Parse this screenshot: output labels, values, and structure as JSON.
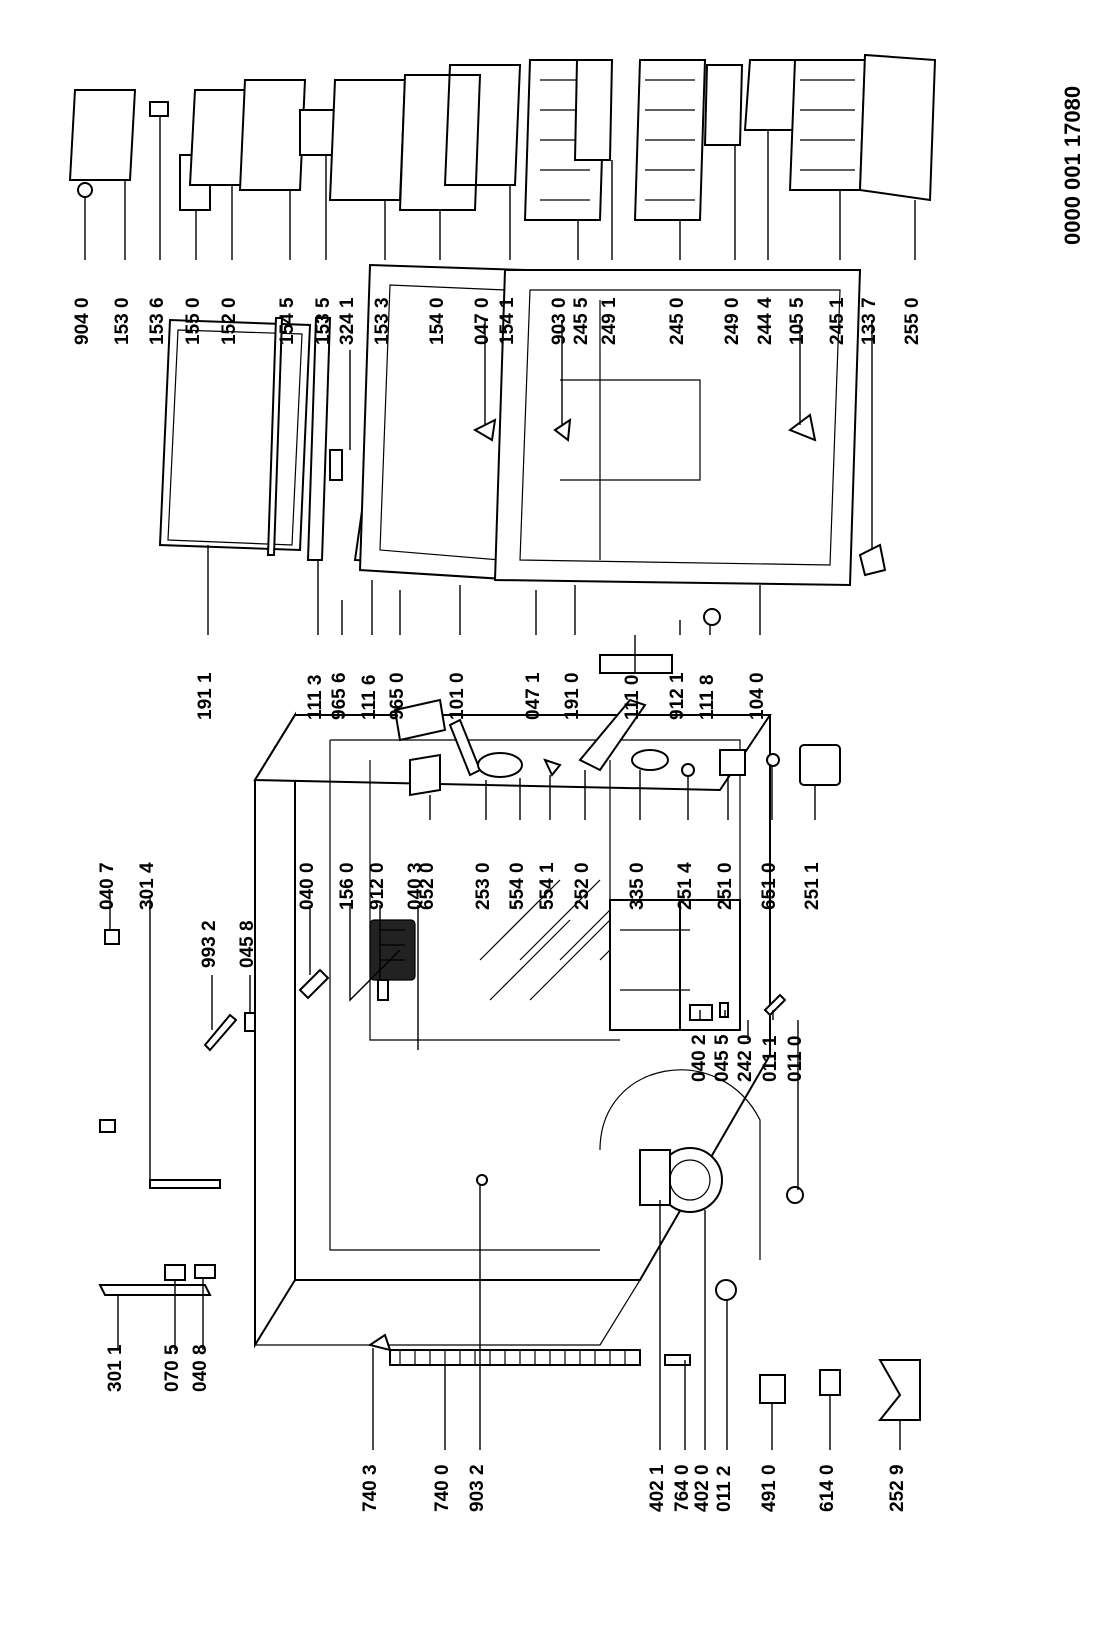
{
  "document_id": "0000 001 17080",
  "groups": {
    "left_column": [
      "301 1",
      "070 5",
      "040 8",
      "740 3",
      "740 0",
      "903 2",
      "402 1",
      "764 0",
      "402 0",
      "011 2",
      "491 0",
      "614 0",
      "252 9"
    ],
    "top_cabinet": [
      "040 7",
      "301 4",
      "993 2",
      "045 8",
      "040 0",
      "156 0",
      "912 0",
      "040 3",
      "652 0",
      "253 0",
      "554 0",
      "554 1",
      "252 0",
      "335 0",
      "251 4",
      "251 0",
      "651 0",
      "251 1"
    ],
    "bottom_cabinet": [
      "040 2",
      "045 5",
      "242 0",
      "011 1",
      "011 0"
    ],
    "doors": [
      "191 1",
      "111 3",
      "965 6",
      "111 6",
      "965 0",
      "101 0",
      "047 1",
      "191 0",
      "111 0",
      "912 1",
      "111 8",
      "104 0"
    ],
    "shelves": [
      "904 0",
      "153 0",
      "153 6",
      "155 0",
      "152 0",
      "154 5",
      "153 5",
      "324 1",
      "153 3",
      "154 0",
      "047 0",
      "154 1",
      "903 0",
      "245 5",
      "249 1",
      "245 0",
      "249 0",
      "244 4",
      "105 5",
      "245 1",
      "133 7",
      "255 0"
    ]
  },
  "part_labels": [
    "301 1",
    "070 5",
    "040 8",
    "740 3",
    "740 0",
    "903 2",
    "402 1",
    "764 0",
    "402 0",
    "011 2",
    "491 0",
    "614 0",
    "252 9",
    "040 7",
    "301 4",
    "993 2",
    "045 8",
    "040 0",
    "156 0",
    "912 0",
    "040 3",
    "652 0",
    "253 0",
    "554 0",
    "554 1",
    "252 0",
    "335 0",
    "251 4",
    "251 0",
    "651 0",
    "251 1",
    "040 2",
    "045 5",
    "242 0",
    "011 1",
    "011 0",
    "191 1",
    "111 3",
    "965 6",
    "111 6",
    "965 0",
    "101 0",
    "047 1",
    "191 0",
    "111 0",
    "912 1",
    "111 8",
    "104 0",
    "904 0",
    "153 0",
    "153 6",
    "155 0",
    "152 0",
    "154 5",
    "153 5",
    "324 1",
    "153 3",
    "154 0",
    "047 0",
    "154 1",
    "903 0",
    "245 5",
    "249 1",
    "245 0",
    "249 0",
    "244 4",
    "105 5",
    "245 1",
    "133 7",
    "255 0"
  ]
}
